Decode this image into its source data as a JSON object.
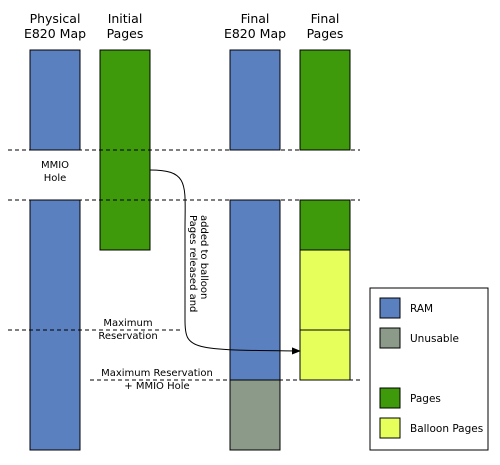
{
  "columns": {
    "physical": [
      "Physical",
      "E820 Map"
    ],
    "initial": [
      "Initial",
      "Pages"
    ],
    "final_map": [
      "Final",
      "E820 Map"
    ],
    "final_pages": [
      "Final",
      "Pages"
    ]
  },
  "labels": {
    "mmio": [
      "MMIO",
      "Hole"
    ],
    "max_reservation": [
      "Maximum",
      "Reservation"
    ],
    "max_reservation_mmio": [
      "Maximum Reservation",
      "+ MMIO Hole"
    ],
    "arrow": [
      "Pages released and",
      "added to balloon"
    ]
  },
  "legend": {
    "ram": "RAM",
    "unusable": "Unusable",
    "pages": "Pages",
    "balloon": "Balloon Pages"
  },
  "colors": {
    "ram": "#5b80c0",
    "unusable": "#8c9a8a",
    "pages": "#3e9a0a",
    "balloon": "#e6ff5a"
  }
}
